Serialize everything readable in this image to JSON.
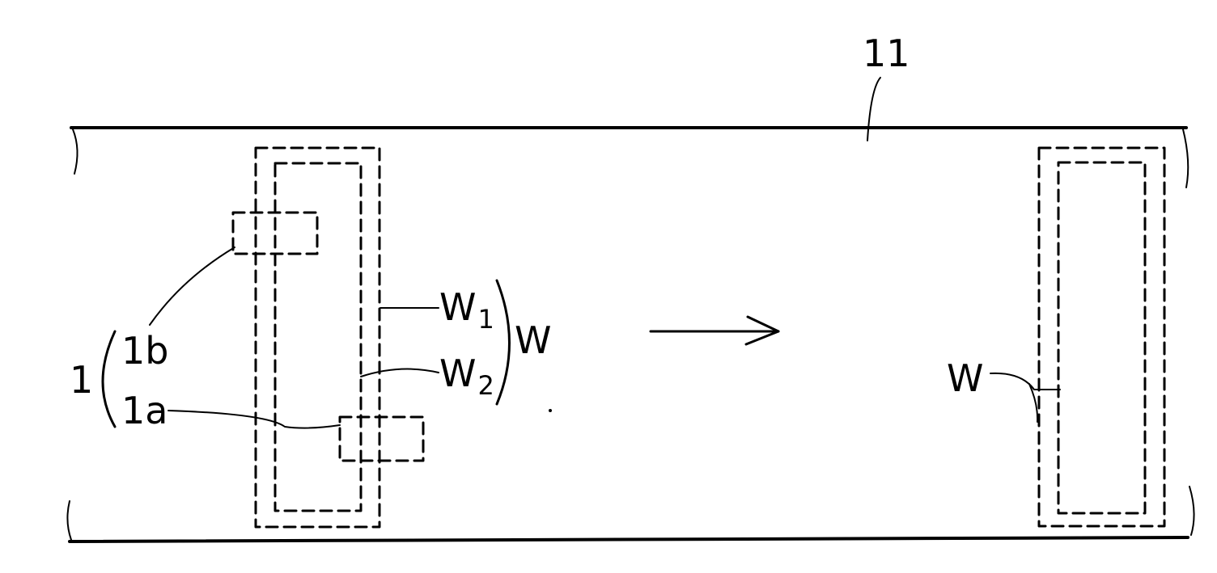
{
  "labels": {
    "web": "11",
    "group": "1",
    "part_b": "1b",
    "part_a": "1a",
    "w1_main": "W",
    "w1_sub": "1",
    "w2_main": "W",
    "w2_sub": "2",
    "w_group": "W",
    "w_right": "W"
  },
  "colors": {
    "ink": "#000000",
    "paper": "#ffffff"
  }
}
